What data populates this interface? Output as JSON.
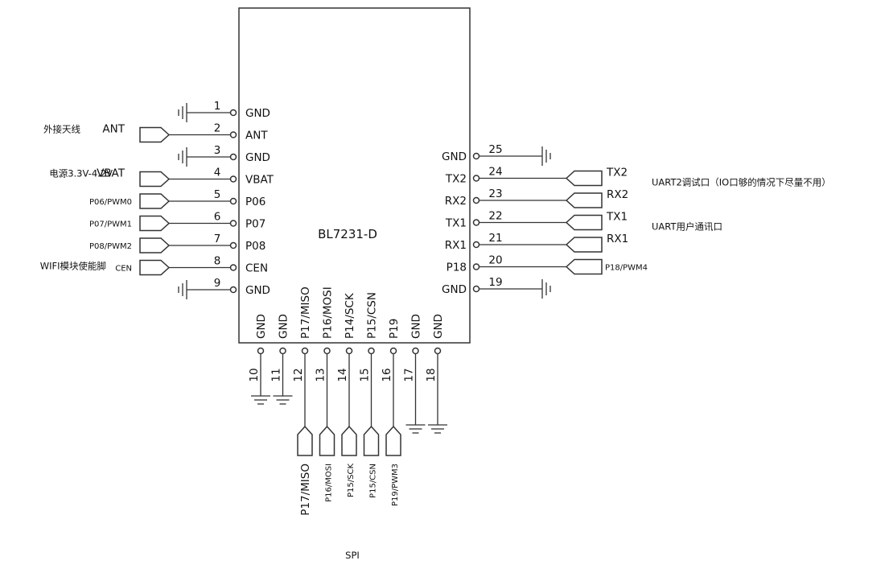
{
  "chip": {
    "name": "BL7231-D"
  },
  "left_pins": [
    {
      "num": "1",
      "label": "GND",
      "ext": null
    },
    {
      "num": "2",
      "label": "ANT",
      "ext": {
        "text": "ANT",
        "note": "外接天线",
        "small": false
      }
    },
    {
      "num": "3",
      "label": "GND",
      "ext": null
    },
    {
      "num": "4",
      "label": "VBAT",
      "ext": {
        "text": "VBAT",
        "note": "电源3.3V-4.2V",
        "small": false
      }
    },
    {
      "num": "5",
      "label": "P06",
      "ext": {
        "text": "P06/PWM0",
        "note": "",
        "small": true
      }
    },
    {
      "num": "6",
      "label": "P07",
      "ext": {
        "text": "P07/PWM1",
        "note": "",
        "small": true
      }
    },
    {
      "num": "7",
      "label": "P08",
      "ext": {
        "text": "P08/PWM2",
        "note": "",
        "small": true
      }
    },
    {
      "num": "8",
      "label": "CEN",
      "ext": {
        "text": "CEN",
        "note": "WIFI模块使能脚",
        "small": true
      }
    },
    {
      "num": "9",
      "label": "GND",
      "ext": null
    }
  ],
  "right_pins": [
    {
      "num": "25",
      "label": "GND",
      "ext": null
    },
    {
      "num": "24",
      "label": "TX2",
      "ext": {
        "text": "TX2",
        "small": false
      }
    },
    {
      "num": "23",
      "label": "RX2",
      "ext": {
        "text": "RX2",
        "small": false
      }
    },
    {
      "num": "22",
      "label": "TX1",
      "ext": {
        "text": "TX1",
        "small": false
      }
    },
    {
      "num": "21",
      "label": "RX1",
      "ext": {
        "text": "RX1",
        "small": false
      }
    },
    {
      "num": "20",
      "label": "P18",
      "ext": {
        "text": "P18/PWM4",
        "small": true
      }
    },
    {
      "num": "19",
      "label": "GND",
      "ext": null
    }
  ],
  "right_notes": [
    {
      "text": "UART2调试口（IO口够的情况下尽量不用）",
      "pin": "24"
    },
    {
      "text": "UART用户通讯口",
      "pin": "22"
    }
  ],
  "bottom_pins": [
    {
      "num": "10",
      "label": "GND",
      "ext": null
    },
    {
      "num": "11",
      "label": "GND",
      "ext": null
    },
    {
      "num": "12",
      "label": "P17/MISO",
      "ext": {
        "text": "P17/MISO",
        "small": false
      }
    },
    {
      "num": "13",
      "label": "P16/MOSI",
      "ext": {
        "text": "P16/MOSI",
        "small": true
      }
    },
    {
      "num": "14",
      "label": "P14/SCK",
      "ext": {
        "text": "P15/SCK",
        "small": true
      }
    },
    {
      "num": "15",
      "label": "P15/CSN",
      "ext": {
        "text": "P15/CSN",
        "small": true
      }
    },
    {
      "num": "16",
      "label": "P19",
      "ext": {
        "text": "P19/PWM3",
        "small": true
      }
    },
    {
      "num": "17",
      "label": "GND",
      "ext": null
    },
    {
      "num": "18",
      "label": "GND",
      "ext": null
    }
  ],
  "bus_label": "SPI"
}
